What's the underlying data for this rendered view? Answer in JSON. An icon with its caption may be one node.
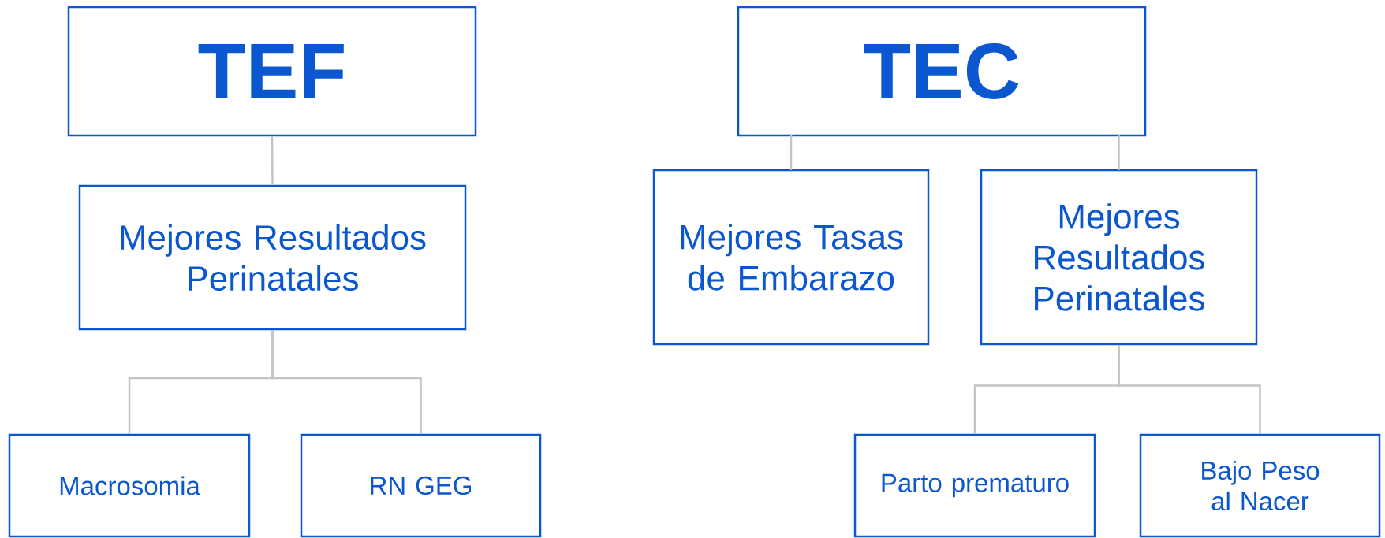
{
  "diagram": {
    "nodes": [
      {
        "text": [
          "TEF"
        ]
      },
      {
        "text": [
          "Mejores Resultados Perinatales"
        ]
      },
      {
        "text": [
          "Macrosomia"
        ]
      },
      {
        "text": [
          "RN GEG"
        ]
      },
      {
        "text": [
          "TEC"
        ]
      },
      {
        "text": [
          "Mejores Tasas de Embarazo"
        ]
      },
      {
        "text": [
          "Mejores Resultados Perinatales"
        ]
      },
      {
        "text": [
          "Parto prematuro"
        ]
      },
      {
        "text": [
          "Bajo Peso al Nacer"
        ]
      }
    ],
    "edges": [
      {
        "from": 0,
        "to": 1,
        "arrow": "none"
      },
      {
        "from": 1,
        "to": 2,
        "arrow": "none"
      },
      {
        "from": 1,
        "to": 3,
        "arrow": "none"
      },
      {
        "from": 4,
        "to": 5,
        "arrow": "none"
      },
      {
        "from": 4,
        "to": 6,
        "arrow": "none"
      },
      {
        "from": 6,
        "to": 7,
        "arrow": "none"
      },
      {
        "from": 6,
        "to": 8,
        "arrow": "none"
      }
    ]
  }
}
